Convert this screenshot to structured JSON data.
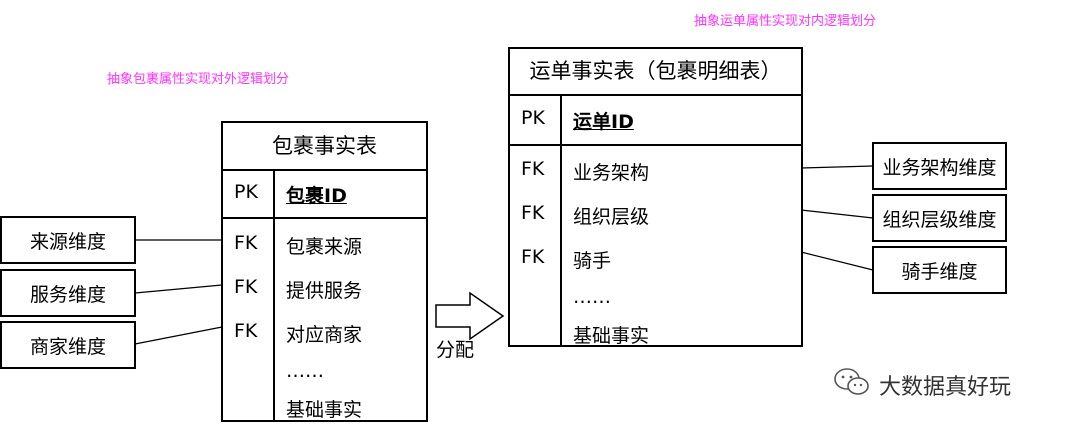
{
  "notes": {
    "left": "抽象包裹属性实现对外逻辑划分",
    "right": "抽象运单属性实现对内逻辑划分"
  },
  "package_table": {
    "title": "包裹事实表",
    "pk_label": "PK",
    "pk_field": "包裹ID",
    "rows": [
      {
        "key": "FK",
        "field": "包裹来源"
      },
      {
        "key": "FK",
        "field": "提供服务"
      },
      {
        "key": "FK",
        "field": "对应商家"
      },
      {
        "key": "",
        "field": "……"
      },
      {
        "key": "",
        "field": "基础事实"
      }
    ]
  },
  "waybill_table": {
    "title": "运单事实表（包裹明细表）",
    "pk_label": "PK",
    "pk_field": "运单ID",
    "rows": [
      {
        "key": "FK",
        "field": "业务架构"
      },
      {
        "key": "FK",
        "field": "组织层级"
      },
      {
        "key": "FK",
        "field": "骑手"
      },
      {
        "key": "",
        "field": "……"
      },
      {
        "key": "",
        "field": "基础事实"
      }
    ]
  },
  "left_dims": [
    "来源维度",
    "服务维度",
    "商家维度"
  ],
  "right_dims": [
    "业务架构维度",
    "组织层级维度",
    "骑手维度"
  ],
  "arrow_label": "分配",
  "watermark": {
    "icon": "wechat-icon",
    "text": "大数据真好玩"
  }
}
